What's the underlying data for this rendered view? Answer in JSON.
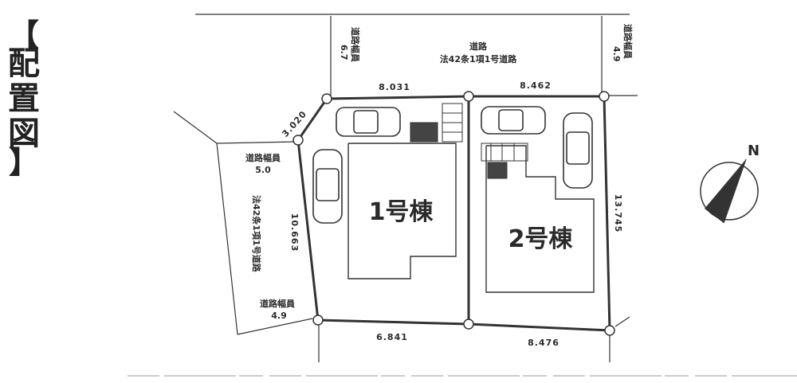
{
  "title": {
    "open_bracket": "【",
    "chars": [
      "配",
      "置",
      "図"
    ],
    "close_bracket": "】"
  },
  "roads": {
    "north": {
      "name": "道路",
      "type": "法42条1項1号道路"
    },
    "north_left_width": [
      "道路幅員",
      "6.7"
    ],
    "north_right_width": [
      "道路幅員",
      "4.9"
    ],
    "west_top_width": [
      "道路幅員",
      "5.0"
    ],
    "west_type": [
      "法42条1項1号道路"
    ],
    "west_bottom_width": [
      "道路幅員",
      "4.9"
    ]
  },
  "dimensions": {
    "top_left": "8.031",
    "top_right": "8.462",
    "corner_cut": "3.020",
    "left_side": "10.663",
    "right_side": "13.745",
    "bottom_left": "6.841",
    "bottom_right": "8.476"
  },
  "buildings": {
    "building_1": "1号棟",
    "building_2": "2号棟"
  },
  "north_arrow": {
    "label": "N"
  },
  "colors": {
    "ink": "#2a2a2a",
    "paper": "#ffffff"
  }
}
